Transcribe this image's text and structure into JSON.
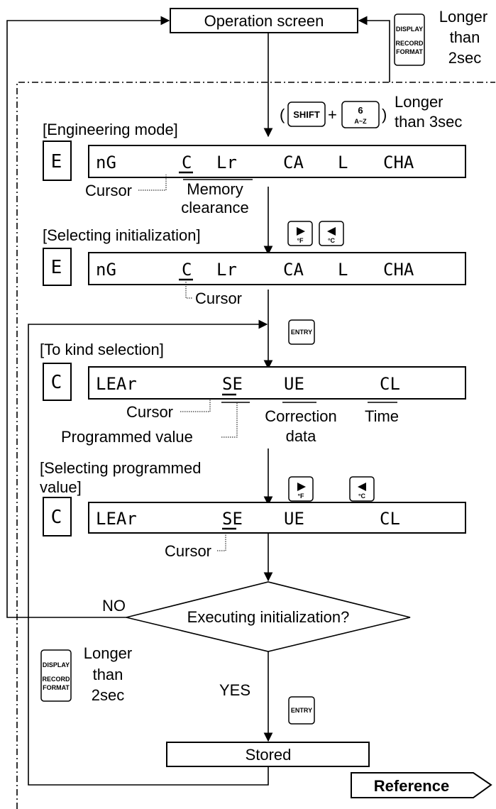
{
  "nodes": {
    "operation_screen": "Operation screen",
    "stored": "Stored",
    "decision": "Executing initialization?"
  },
  "sections": {
    "engineering": "[Engineering mode]",
    "selecting_init": "[Selecting initialization]",
    "kind_selection": "[To kind selection]",
    "selecting_prog_1": "[Selecting programmed",
    "selecting_prog_2": "value]"
  },
  "lcd": {
    "mode_E": "E",
    "mode_C": "C",
    "row1": "nG  C Lr CA L CHA",
    "row1_part1": "nG",
    "row1_part2": "C",
    "row1_part3": "Lr",
    "row1_part4": "CA",
    "row1_part5": "L",
    "row1_part6": "CHA",
    "row3_part1": "LEAr",
    "row3_part2": "SE",
    "row3_part3": "UE",
    "row3_part4": "CL"
  },
  "labels": {
    "cursor": "Cursor",
    "memory_1": "Memory",
    "memory_2": "clearance",
    "correction_1": "Correction",
    "correction_2": "data",
    "time": "Time",
    "programmed_value": "Programmed value",
    "no": "NO",
    "yes": "YES",
    "longer": "Longer",
    "than": "than",
    "than_3sec": "than 3sec",
    "sec2": "2sec",
    "reference": "Reference"
  },
  "keys": {
    "display": "DISPLAY",
    "record": "RECORD",
    "format": "FORMAT",
    "shift": "SHIFT",
    "six": "6",
    "a_z": "A~Z",
    "plus": "+",
    "paren_open": "(",
    "paren_close": ")",
    "entry": "ENTRY",
    "deg_f": "°F",
    "deg_c": "°C"
  }
}
